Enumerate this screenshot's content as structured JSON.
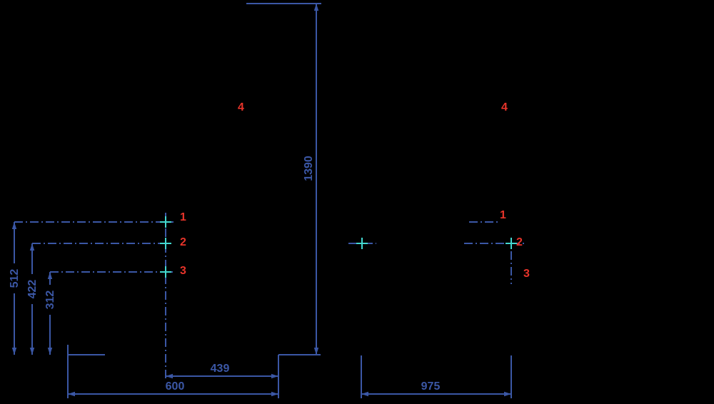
{
  "colors": {
    "background": "#000000",
    "line": "#3b57a5",
    "label": "#e7342a",
    "marker": "#43d8d0"
  },
  "front_view": {
    "dims": {
      "overall_height": "1390",
      "point1_height": "512",
      "point2_height": "422",
      "point3_height": "312",
      "inset_width": "439",
      "overall_width": "600"
    },
    "points": {
      "p1": "1",
      "p2": "2",
      "p3": "3",
      "p4": "4"
    }
  },
  "side_view": {
    "dims": {
      "depth": "975"
    },
    "points": {
      "p1": "1",
      "p2": "2",
      "p3": "3",
      "p4": "4"
    }
  }
}
